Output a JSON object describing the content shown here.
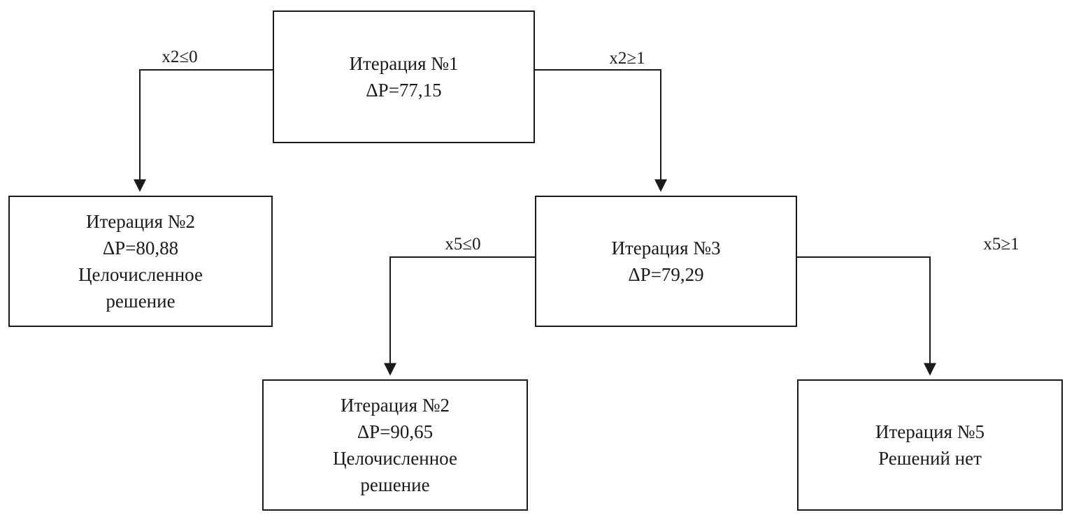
{
  "diagram": {
    "title": "Branch and bound iteration tree",
    "colors": {
      "background": "#ffffff",
      "line": "#1a1a1a",
      "text": "#1a1a1a"
    },
    "nodes": [
      {
        "id": "iteration-1",
        "lines": {
          "0": "Итерация №1",
          "1": "ΔP=77,15"
        }
      },
      {
        "id": "iteration-2-left",
        "lines": {
          "0": "Итерация №2",
          "1": "ΔP=80,88",
          "2": "Целочисленное",
          "3": "решение"
        }
      },
      {
        "id": "iteration-3",
        "lines": {
          "0": "Итерация №3",
          "1": "ΔP=79,29"
        }
      },
      {
        "id": "iteration-2-bottom",
        "lines": {
          "0": "Итерация №2",
          "1": "ΔP=90,65",
          "2": "Целочисленное",
          "3": "решение"
        }
      },
      {
        "id": "iteration-5",
        "lines": {
          "0": "Итерация №5",
          "1": "Решений нет"
        }
      }
    ],
    "edges": [
      {
        "from": "iteration-1",
        "to": "iteration-2-left",
        "label": "x2≤0"
      },
      {
        "from": "iteration-1",
        "to": "iteration-3",
        "label": "x2≥1"
      },
      {
        "from": "iteration-3",
        "to": "iteration-2-bottom",
        "label": "x5≤0"
      },
      {
        "from": "iteration-3",
        "to": "iteration-5",
        "label": "x5≥1"
      }
    ]
  }
}
